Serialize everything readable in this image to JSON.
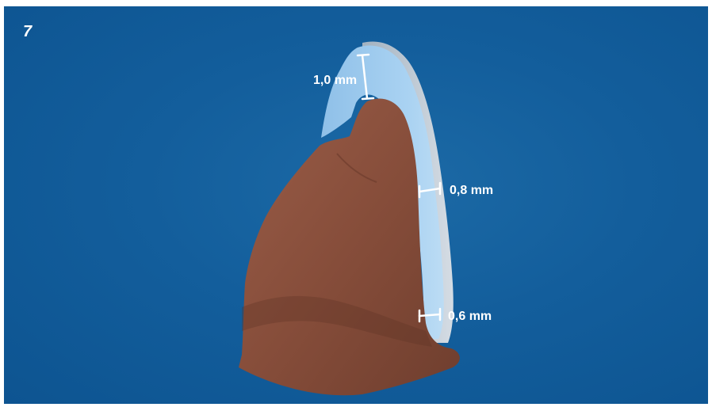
{
  "figure": {
    "number": "7"
  },
  "measurements": [
    {
      "id": "incisal",
      "label": "1,0 mm"
    },
    {
      "id": "mid",
      "label": "0,8 mm"
    },
    {
      "id": "cervical",
      "label": "0,6 mm"
    }
  ],
  "colors": {
    "background": "#135e9c",
    "veneer": "#9cc8ec",
    "veneer_edge": "#c9cdd3",
    "tooth_stump": "#8a5240",
    "marker": "#ffffff"
  }
}
